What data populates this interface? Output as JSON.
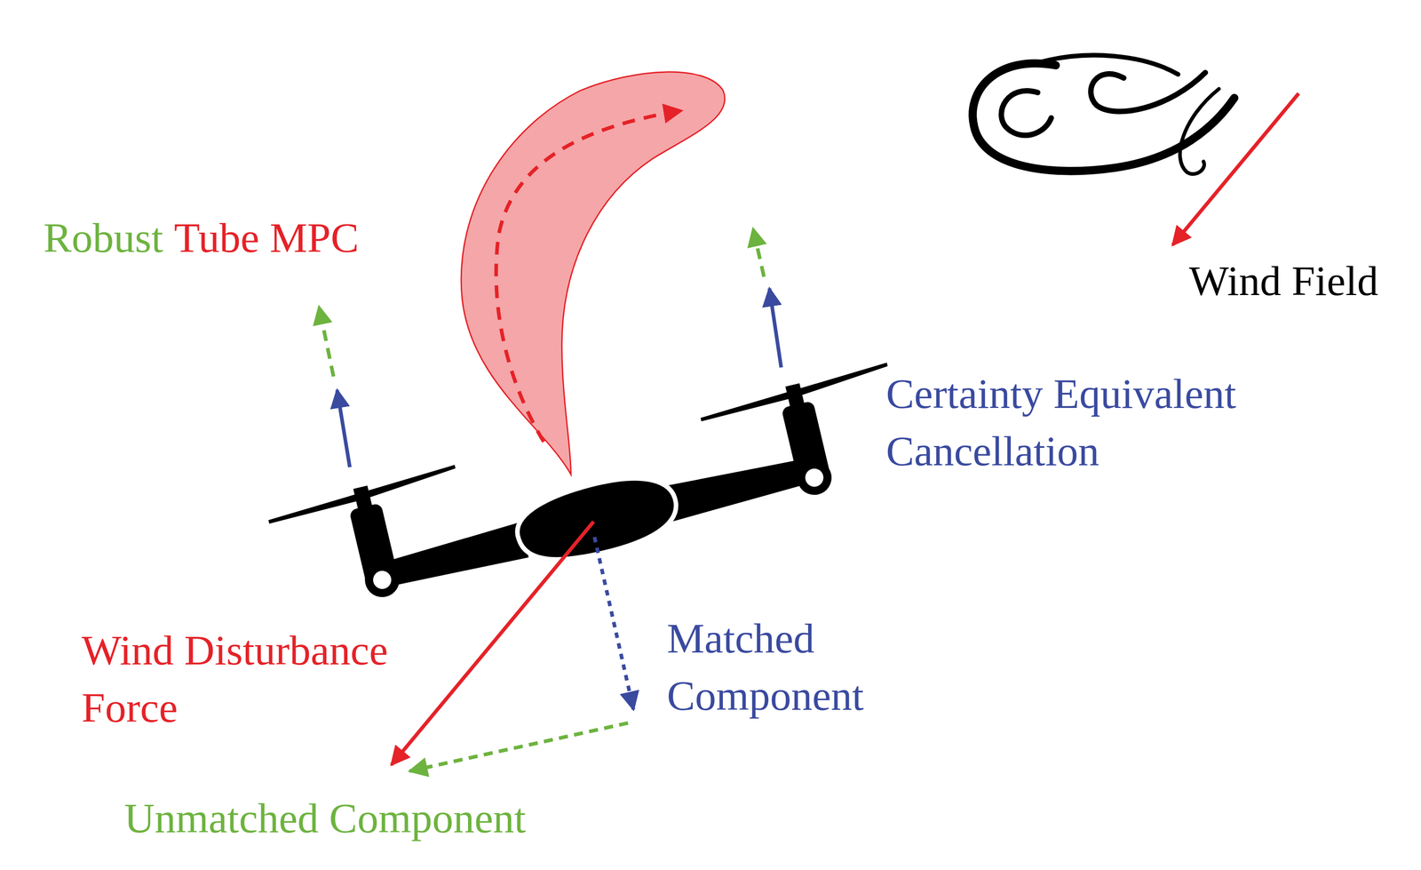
{
  "diagram": {
    "labels": [
      "Robust",
      "Tube MPC",
      "Wind Field",
      "Certainty Equivalent Cancellation",
      "Wind Disturbance Force",
      "Matched Component",
      "Unmatched Component"
    ]
  }
}
